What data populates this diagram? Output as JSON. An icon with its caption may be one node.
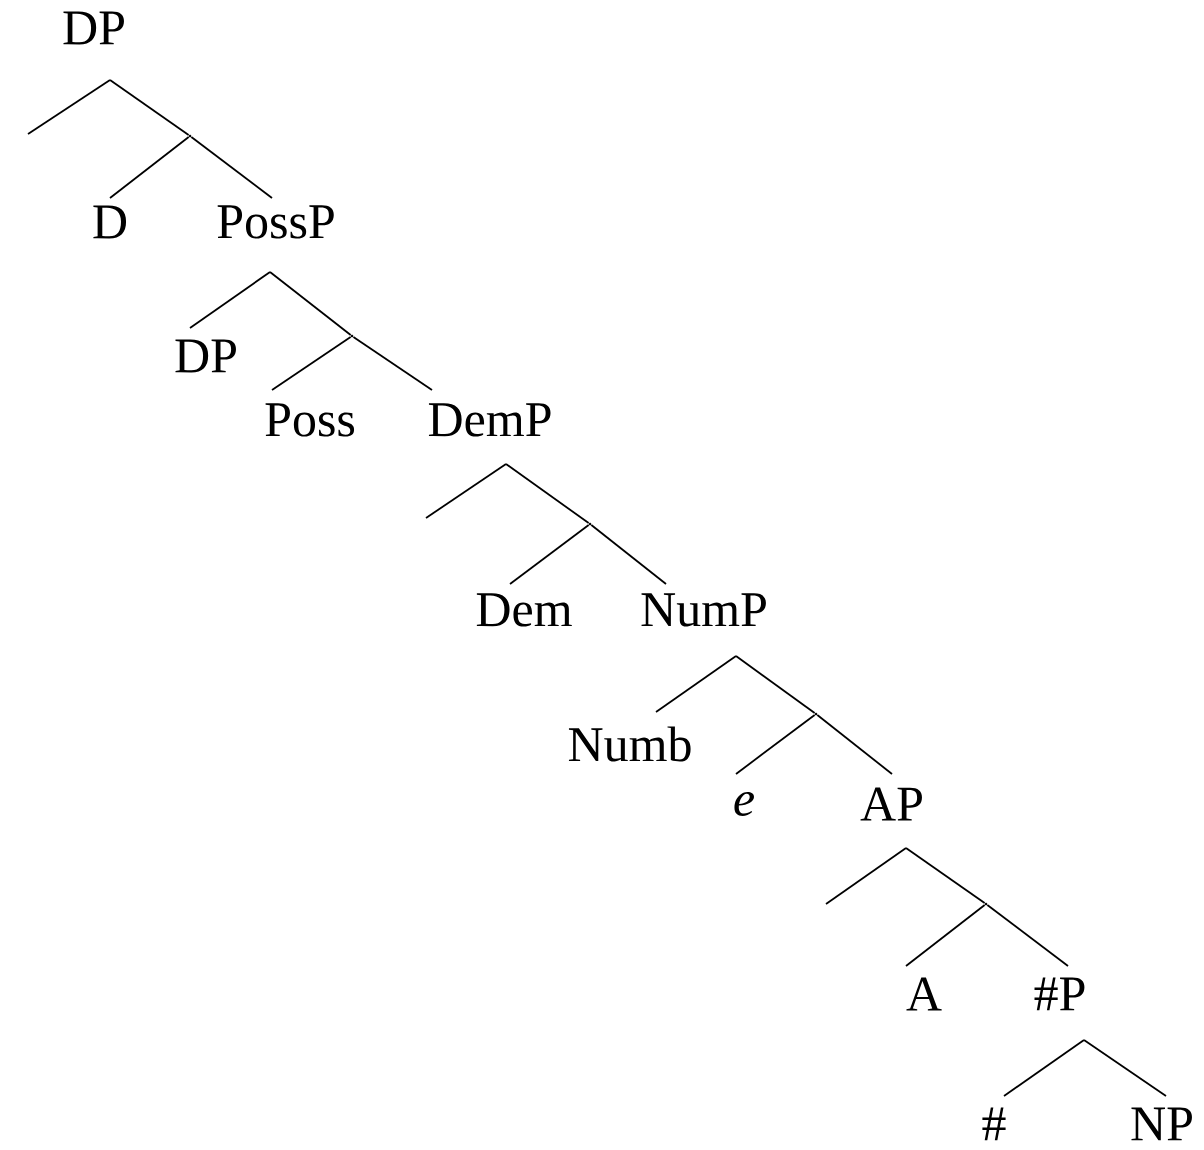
{
  "diagram": {
    "nodes": [
      {
        "text": [
          "DP"
        ]
      },
      {
        "text": [],
        "shape": "point"
      },
      {
        "text": [
          "D"
        ]
      },
      {
        "text": [
          "PossP"
        ]
      },
      {
        "text": [
          "DP"
        ]
      },
      {
        "text": [],
        "shape": "point"
      },
      {
        "text": [
          "Poss"
        ]
      },
      {
        "text": [
          "DemP"
        ]
      },
      {
        "text": [],
        "shape": "point"
      },
      {
        "text": [
          "Dem"
        ]
      },
      {
        "text": [
          "NumP"
        ]
      },
      {
        "text": [
          "Numb"
        ]
      },
      {
        "text": [],
        "shape": "point"
      },
      {
        "text": [
          "e"
        ]
      },
      {
        "text": [
          "AP"
        ]
      },
      {
        "text": [],
        "shape": "point"
      },
      {
        "text": [
          "A"
        ]
      },
      {
        "text": [
          "#P"
        ]
      },
      {
        "text": [
          "#"
        ]
      },
      {
        "text": [
          "NP"
        ]
      }
    ],
    "edges": [
      {
        "from": 0,
        "to": null,
        "arrow": "none"
      },
      {
        "from": 0,
        "to": 1,
        "arrow": "none"
      },
      {
        "from": 1,
        "to": 2,
        "arrow": "none"
      },
      {
        "from": 1,
        "to": 3,
        "arrow": "none"
      },
      {
        "from": 3,
        "to": 4,
        "arrow": "none"
      },
      {
        "from": 3,
        "to": 5,
        "arrow": "none"
      },
      {
        "from": 5,
        "to": 6,
        "arrow": "none"
      },
      {
        "from": 5,
        "to": 7,
        "arrow": "none"
      },
      {
        "from": 7,
        "to": null,
        "arrow": "none"
      },
      {
        "from": 7,
        "to": 8,
        "arrow": "none"
      },
      {
        "from": 8,
        "to": 9,
        "arrow": "none"
      },
      {
        "from": 8,
        "to": 10,
        "arrow": "none"
      },
      {
        "from": 10,
        "to": 11,
        "arrow": "none"
      },
      {
        "from": 10,
        "to": 12,
        "arrow": "none"
      },
      {
        "from": 12,
        "to": 13,
        "arrow": "none"
      },
      {
        "from": 12,
        "to": 14,
        "arrow": "none"
      },
      {
        "from": 14,
        "to": null,
        "arrow": "none"
      },
      {
        "from": 14,
        "to": 15,
        "arrow": "none"
      },
      {
        "from": 15,
        "to": 16,
        "arrow": "none"
      },
      {
        "from": 15,
        "to": 17,
        "arrow": "none"
      },
      {
        "from": 17,
        "to": 18,
        "arrow": "none"
      },
      {
        "from": 17,
        "to": 19,
        "arrow": "none"
      }
    ]
  }
}
